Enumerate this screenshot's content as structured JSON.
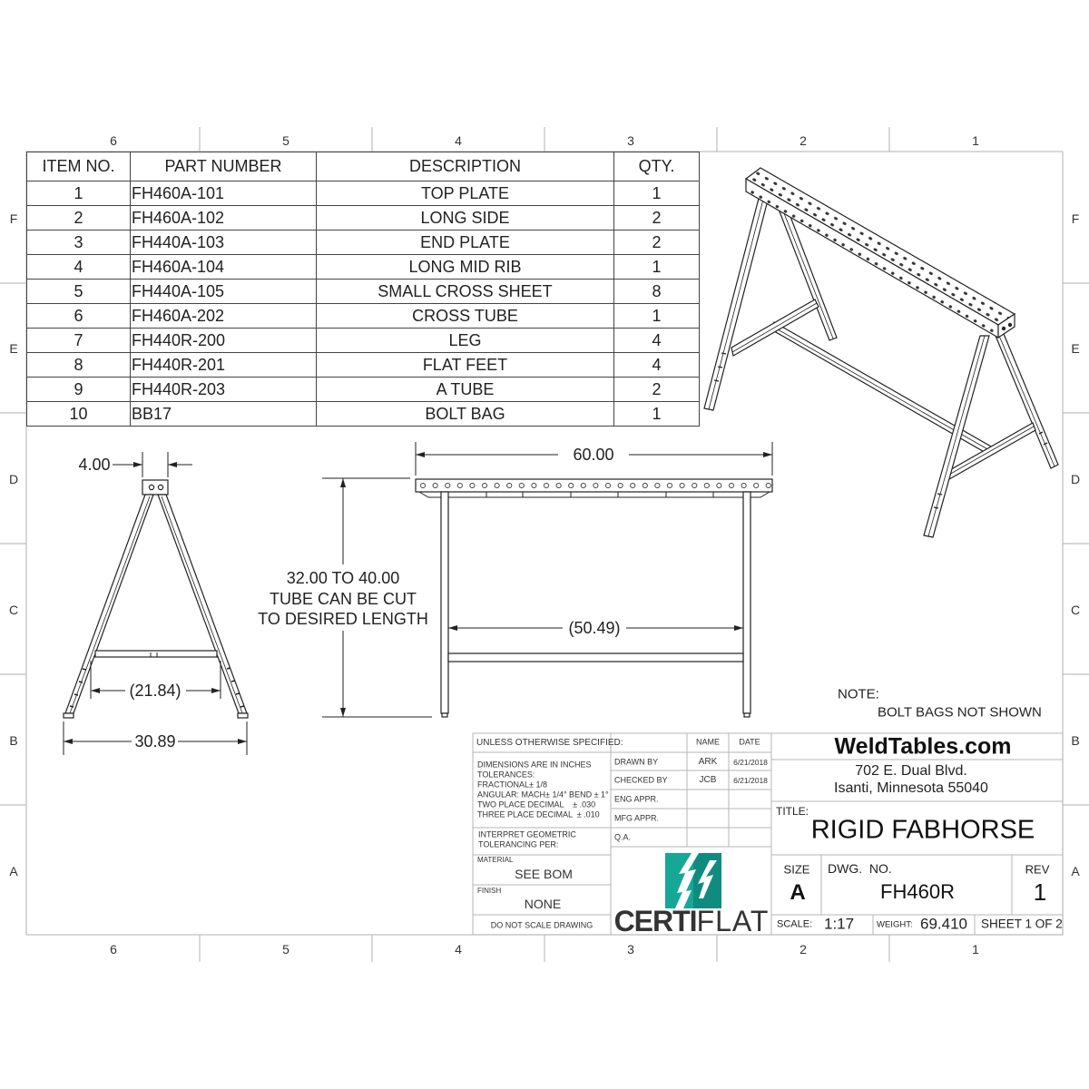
{
  "sheet": {
    "zone_columns": [
      "6",
      "5",
      "4",
      "3",
      "2",
      "1"
    ],
    "zone_rows": [
      "F",
      "E",
      "D",
      "C",
      "B",
      "A"
    ]
  },
  "bom": {
    "headers": {
      "item": "ITEM NO.",
      "part": "PART NUMBER",
      "description": "DESCRIPTION",
      "qty": "QTY."
    },
    "rows": [
      {
        "item": "1",
        "part": "FH460A-101",
        "description": "TOP PLATE",
        "qty": "1"
      },
      {
        "item": "2",
        "part": "FH460A-102",
        "description": "LONG SIDE",
        "qty": "2"
      },
      {
        "item": "3",
        "part": "FH440A-103",
        "description": "END PLATE",
        "qty": "2"
      },
      {
        "item": "4",
        "part": "FH460A-104",
        "description": "LONG MID RIB",
        "qty": "1"
      },
      {
        "item": "5",
        "part": "FH440A-105",
        "description": "SMALL CROSS SHEET",
        "qty": "8"
      },
      {
        "item": "6",
        "part": "FH460A-202",
        "description": "CROSS TUBE",
        "qty": "1"
      },
      {
        "item": "7",
        "part": "FH440R-200",
        "description": "LEG",
        "qty": "4"
      },
      {
        "item": "8",
        "part": "FH440R-201",
        "description": "FLAT FEET",
        "qty": "4"
      },
      {
        "item": "9",
        "part": "FH440R-203",
        "description": "A TUBE",
        "qty": "2"
      },
      {
        "item": "10",
        "part": "BB17",
        "description": "BOLT BAG",
        "qty": "1"
      }
    ]
  },
  "views": {
    "front": {
      "top_width": "4.00",
      "crossbar_span": "(21.84)",
      "base_width": "30.89"
    },
    "side": {
      "overall_length": "60.00",
      "height_note": [
        "32.00 TO 40.00",
        "TUBE CAN BE CUT",
        "TO DESIRED LENGTH"
      ],
      "crossbar_span": "(50.49)"
    }
  },
  "note": {
    "label": "NOTE:",
    "text": "BOLT BAGS NOT SHOWN"
  },
  "title_block": {
    "tolerances": {
      "heading": "UNLESS OTHERWISE SPECIFIED:",
      "lines": [
        "DIMENSIONS ARE IN INCHES",
        "TOLERANCES:",
        "FRACTIONAL± 1/8",
        "ANGULAR: MACH± 1/4° BEND ± 1°",
        "TWO PLACE DECIMAL    ± .030",
        "THREE PLACE DECIMAL  ± .010"
      ],
      "interpret": [
        "INTERPRET GEOMETRIC",
        "TOLERANCING PER:"
      ],
      "material_label": "MATERIAL",
      "material": "SEE BOM",
      "finish_label": "FINISH",
      "finish": "NONE",
      "scale_warning": "DO NOT SCALE DRAWING"
    },
    "approvals": {
      "name_header": "NAME",
      "date_header": "DATE",
      "rows": [
        {
          "role": "DRAWN BY",
          "name": "ARK",
          "date": "6/21/2018"
        },
        {
          "role": "CHECKED BY",
          "name": "JCB",
          "date": "6/21/2018"
        },
        {
          "role": "ENG APPR.",
          "name": "",
          "date": ""
        },
        {
          "role": "MFG APPR.",
          "name": "",
          "date": ""
        },
        {
          "role": "Q.A.",
          "name": "",
          "date": ""
        }
      ]
    },
    "logo": {
      "text_bold": "CERTI",
      "text_light": "FLAT",
      "colors": {
        "teal_light": "#17a797",
        "teal_dark": "#0f8c7f",
        "text": "#333333"
      }
    },
    "company": {
      "name": "WeldTables.com",
      "address_line1": "702 E. Dual Blvd.",
      "address_line2": "Isanti, Minnesota 55040"
    },
    "title_label": "TITLE:",
    "title": "RIGID FABHORSE",
    "size_label": "SIZE",
    "size": "A",
    "dwg_no_label": "DWG.  NO.",
    "dwg_no": "FH460R",
    "rev_label": "REV",
    "rev": "1",
    "scale_label": "SCALE:",
    "scale": "1:17",
    "weight_label": "WEIGHT:",
    "weight": "69.410",
    "sheet": "SHEET 1 OF 2"
  }
}
